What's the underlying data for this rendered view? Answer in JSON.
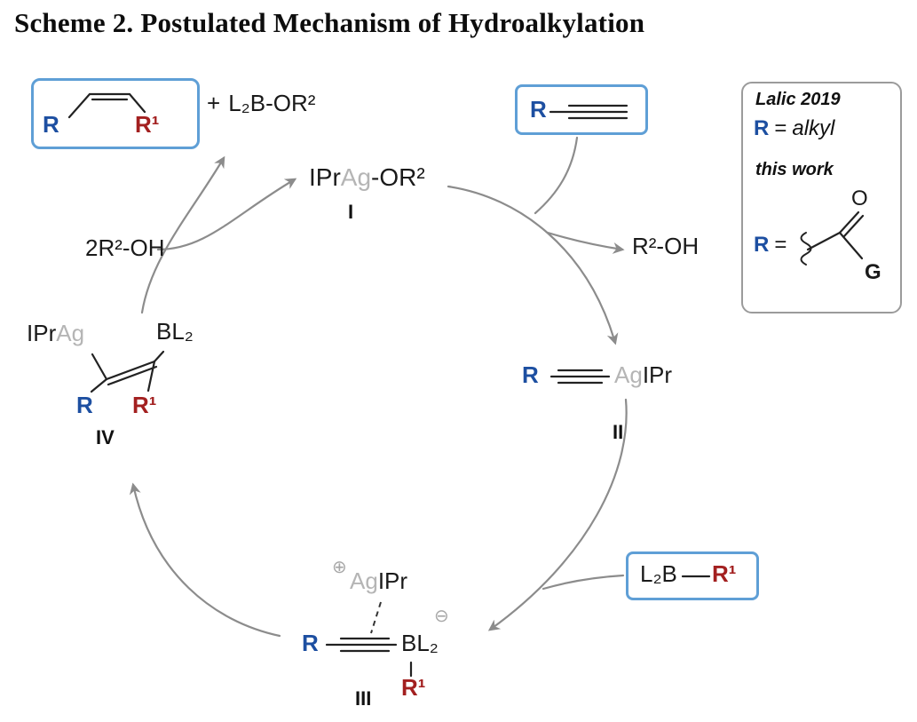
{
  "figure": {
    "title": "Scheme 2. Postulated Mechanism of Hydroalkylation"
  },
  "colors": {
    "r_blue": "#1d4fa1",
    "r1_red": "#a32020",
    "ag_gray": "#b5b5b5",
    "arrow_gray": "#8c8c8c",
    "box_blue": "#5f9fd6",
    "box_gray": "#9b9b9b"
  },
  "product_box": {
    "r": "R",
    "r1": "R¹"
  },
  "byproduct": {
    "plus": "+",
    "formula": "L₂B-OR²"
  },
  "species_i": {
    "ipr": "IPr",
    "ag": "Ag",
    "rest": "-OR²",
    "label": "I"
  },
  "alcohol_in": {
    "text": "2R²-OH"
  },
  "alkyne_box": {
    "r": "R"
  },
  "alcohol_out": {
    "text": "R²-OH"
  },
  "legend": {
    "ref_prev": "Lalic 2019",
    "r_symbol": "R",
    "equals": "=",
    "r_prev_value": "alkyl",
    "ref_this": "this work",
    "o": "O",
    "g": "G"
  },
  "species_ii": {
    "r": "R",
    "ag": "Ag",
    "ipr": "IPr",
    "label": "II"
  },
  "borane_box": {
    "l2b": "L₂B",
    "r1": "R¹"
  },
  "species_iii": {
    "plus_charge": "⊕",
    "ag": "Ag",
    "ipr": "IPr",
    "r": "R",
    "bl2": "BL₂",
    "minus_charge": "⊖",
    "r1": "R¹",
    "label": "III"
  },
  "species_iv": {
    "ipr": "IPr",
    "ag": "Ag",
    "bl2": "BL₂",
    "r": "R",
    "r1": "R¹",
    "label": "IV"
  }
}
